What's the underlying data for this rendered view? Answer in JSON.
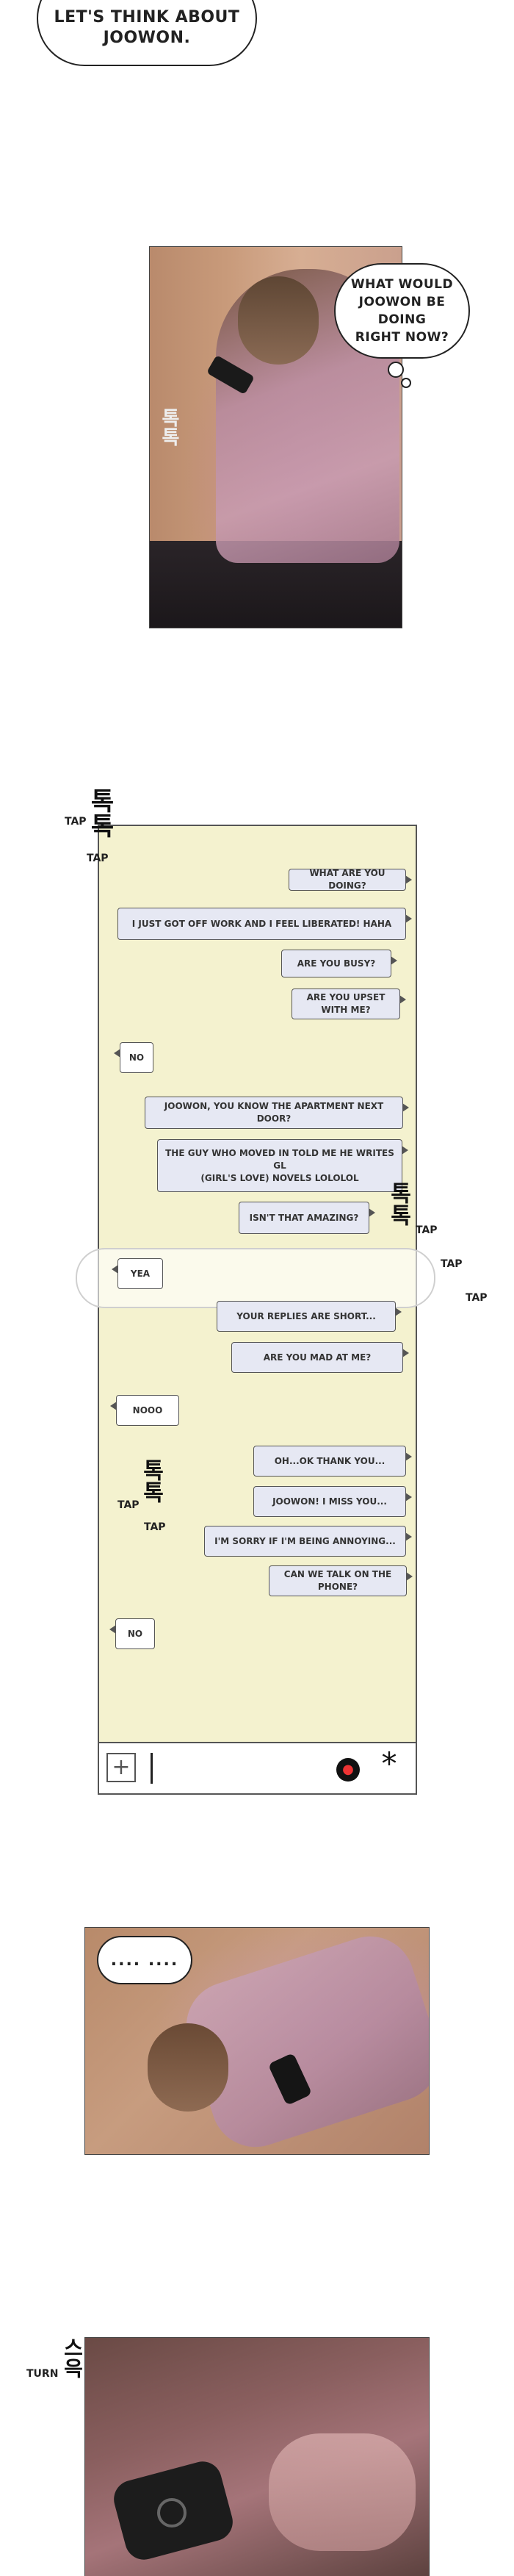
{
  "captions": {
    "top_bubble_line1": "LET'S THINK ABOUT",
    "top_bubble_line2": "JOOWON."
  },
  "panel1": {
    "thought_line1": "WHAT WOULD",
    "thought_line2": "JOOWON BE DOING",
    "thought_line3": "RIGHT NOW?"
  },
  "sfx": {
    "tap_kr": "톡톡",
    "tap": "TAP",
    "turn_kr": "스윽",
    "turn": "TURN"
  },
  "chat": {
    "messages": [
      {
        "side": "out",
        "text": "WHAT ARE YOU DOING?"
      },
      {
        "side": "out",
        "text": "I JUST GOT OFF WORK AND I FEEL LIBERATED! HAHA"
      },
      {
        "side": "out",
        "text": "ARE YOU BUSY?"
      },
      {
        "side": "out",
        "text": "ARE YOU UPSET WITH ME?"
      },
      {
        "side": "in",
        "text": "NO"
      },
      {
        "side": "out",
        "text": "JOOWON, YOU KNOW THE APARTMENT NEXT DOOR?"
      },
      {
        "side": "out",
        "text": "THE GUY WHO MOVED IN TOLD ME HE WRITES GL"
      },
      {
        "side": "out",
        "text": "(GIRL'S LOVE) NOVELS LOLOLOL"
      },
      {
        "side": "out",
        "text": "ISN'T THAT AMAZING?"
      },
      {
        "side": "in",
        "text": "YEA"
      },
      {
        "side": "out",
        "text": "YOUR REPLIES ARE SHORT..."
      },
      {
        "side": "out",
        "text": "ARE YOU MAD AT ME?"
      },
      {
        "side": "in",
        "text": "NOOO"
      },
      {
        "side": "out",
        "text": "OH...OK THANK YOU..."
      },
      {
        "side": "out",
        "text": "JOOWON! I MISS YOU..."
      },
      {
        "side": "out",
        "text": "I'M SORRY IF I'M BEING ANNOYING..."
      },
      {
        "side": "out",
        "text": "CAN WE TALK ON THE PHONE?"
      },
      {
        "side": "in",
        "text": "NO"
      }
    ],
    "input": {
      "plus_symbol": "+",
      "send_symbol": "*",
      "emoji_icon": "emoji-icon"
    }
  },
  "panel2": {
    "ellipsis": "....  ...."
  }
}
